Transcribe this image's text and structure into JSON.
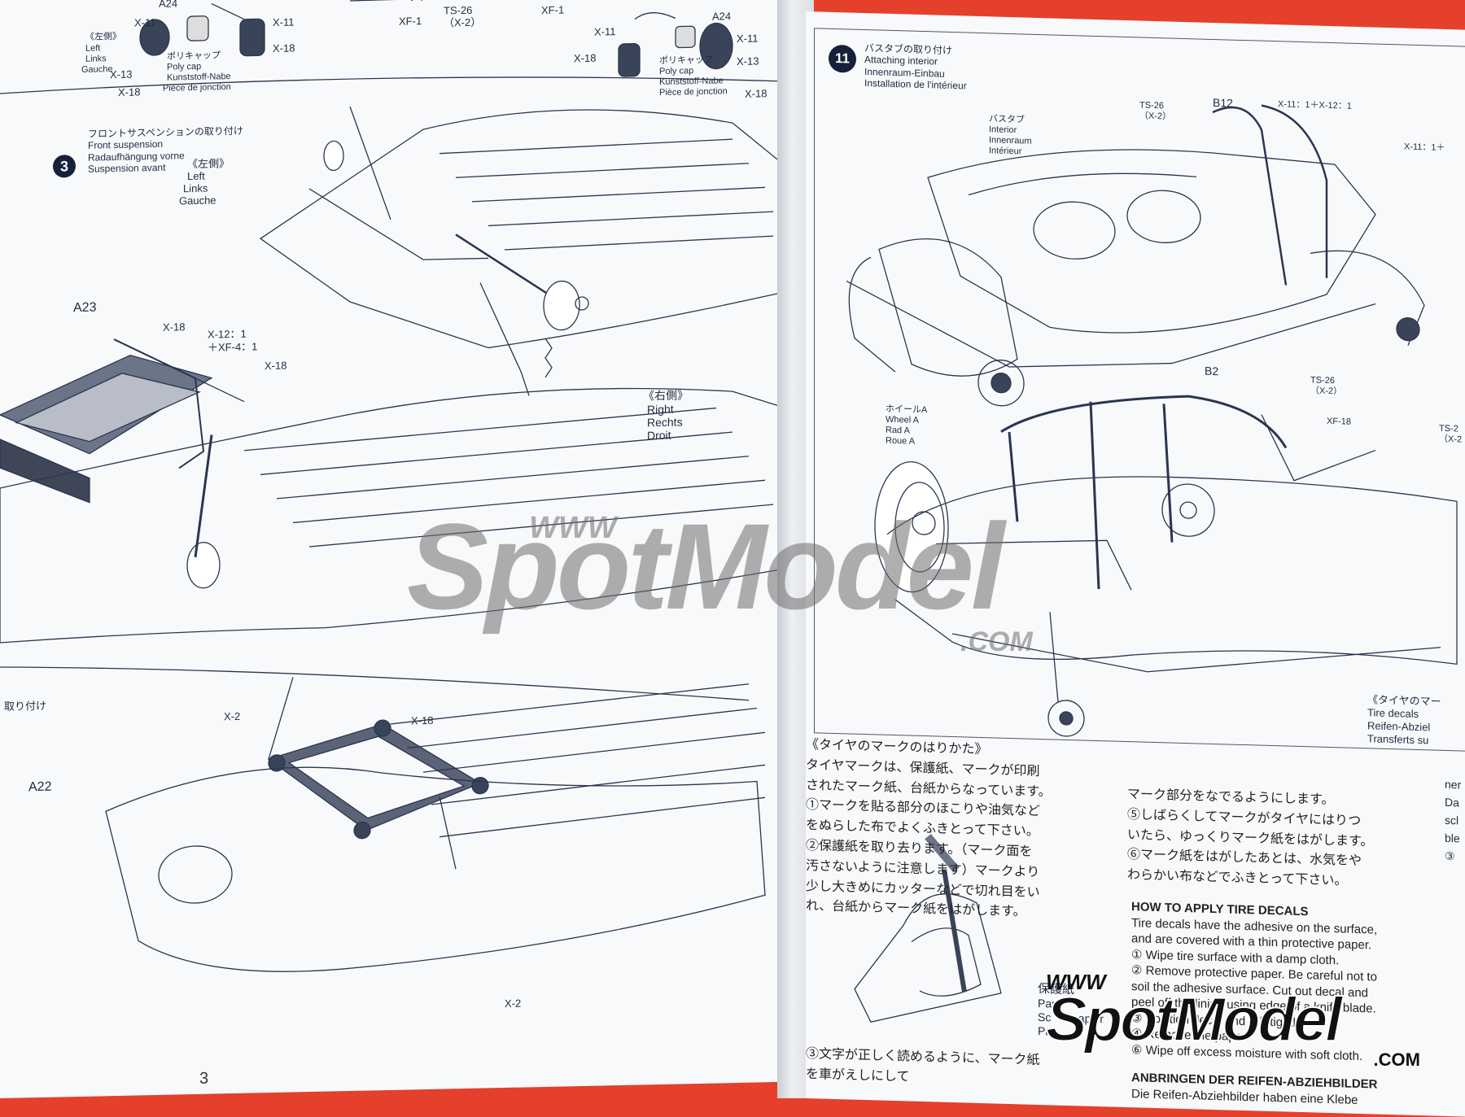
{
  "left_page": {
    "top_parts": {
      "a24_left": "A24",
      "x11_a": "X-11",
      "x11_b": "X-11",
      "x18_a": "X-18",
      "x18_b": "X-18",
      "x13": "X-13",
      "left_jp": "《左側》",
      "left_en": "Left",
      "left_de": "Links",
      "left_fr": "Gauche",
      "polycap_jp": "ポリキャップ",
      "polycap_en": "Poly cap",
      "polycap_de": "Kunststoff-Nabe",
      "polycap_fr": "Pièce de jonction",
      "xf1_a": "XF-1",
      "ts26": "TS-26",
      "ts26_mix": "（X-2）",
      "xf1_b": "XF-1",
      "a24_right": "A24",
      "x11_c": "X-11",
      "x11_d": "X-11",
      "x13_b": "X-13",
      "x18_c": "X-18",
      "x18_d": "X-18",
      "polycap2_jp": "ポリキャップ",
      "polycap2_en": "Poly cap",
      "polycap2_de": "Kunststoff-Nabe",
      "polycap2_fr": "Pièce de jonction"
    },
    "step3": {
      "number": "3",
      "title_jp": "フロントサスペンションの取り付け",
      "title_en": "Front suspension",
      "title_de": "Radaufhängung vorne",
      "title_fr": "Suspension avant",
      "left_jp": "《左側》",
      "left_en": "Left",
      "left_de": "Links",
      "left_fr": "Gauche",
      "a23": "A23",
      "x18_a": "X-18",
      "x12": "X-12：1",
      "xf4": "＋XF-4：1",
      "x18_b": "X-18",
      "right_jp": "《右側》",
      "right_en": "Right",
      "right_de": "Rechts",
      "right_fr": "Droit"
    },
    "step4": {
      "title_jp": "取り付け",
      "x2_a": "X-2",
      "x18": "X-18",
      "a22": "A22",
      "x2_b": "X-2"
    },
    "page_number": "3"
  },
  "right_page": {
    "step11": {
      "number": "11",
      "title_jp": "バスタブの取り付け",
      "title_en": "Attaching interior",
      "title_de": "Innenraum-Einbau",
      "title_fr": "Installation de l'intérieur",
      "b12": "B12",
      "x11_mix": "X-11：1＋X-12：1",
      "x11_mix_b": "X-11：1＋",
      "ts26": "TS-26",
      "ts26_mix": "（X-2）",
      "interior_jp": "バスタブ",
      "interior_en": "Interior",
      "interior_de": "Innenraum",
      "interior_fr": "Intérieur",
      "b2": "B2",
      "ts26_b": "TS-26",
      "ts26_b_mix": "（X-2）",
      "xf18": "XF-18",
      "ts2": "TS-2",
      "ts2_mix": "（X-2",
      "wheel_jp": "ホイールA",
      "wheel_en": "Wheel A",
      "wheel_de": "Rad A",
      "wheel_fr": "Roue A",
      "tire_jp": "《タイヤのマー",
      "tire_en": "Tire decals",
      "tire_de": "Reifen-Abziel",
      "tire_fr": "Transferts su"
    },
    "decal_instructions": {
      "col1_heading": "《タイヤのマークのはりかた》",
      "col1_lines": [
        "タイヤマークは、保護紙、マークが印刷",
        "されたマーク紙、台紙からなっています。",
        "①マークを貼る部分のほこりや油気など",
        "をぬらした布でよくふきとって下さい。",
        "②保護紙を取り去ります。（マーク面を",
        "汚さないように注意します）マークより",
        "少し大きめにカッターなどで切れ目をい",
        "れ、台紙からマーク紙をはがします。"
      ],
      "col2_lines": [
        "マーク部分をなでるようにします。",
        "⑤しばらくしてマークがタイヤにはりつ",
        "いたら、ゆっくりマーク紙をはがします。",
        "⑥マーク紙をはがしたあとは、水気をや",
        "わらかい布などでふきとって下さい。"
      ],
      "en_heading": "HOW TO APPLY TIRE DECALS",
      "en_lines": [
        "Tire decals have the adhesive on the surface,",
        "and are covered with a thin protective paper.",
        "① Wipe tire surface with a damp cloth.",
        "② Remove protective paper. Be careful not to",
        "soil the adhesive surface. Cut out decal and",
        "peel off the lining using edge of a knife blade.",
        "③ Position decal and rub tightly",
        "④ Remove the paper",
        "⑥ Wipe off excess moisture with soft cloth."
      ],
      "de_heading": "ANBRINGEN DER REIFEN-ABZIEHBILDER",
      "de_line": "Die Reifen-Abziehbilder haben eine Klebe",
      "jp_bottom": "③文字が正しく読めるように、マーク紙",
      "jp_bottom2": "を車がえしにして",
      "paper_jp": "保護紙",
      "paper_en": "Par",
      "paper_de": "Sc",
      "paper_fr": "Pa",
      "paper_de2": "zpapier",
      "edge_a": "ner",
      "edge_b": "Da",
      "edge_c": "scl",
      "edge_d": "ble",
      "edge_e": "③"
    }
  },
  "watermark": {
    "www": "WWW",
    "main": "SpotModel",
    "com": ".COM"
  },
  "logo": {
    "www": "WWW",
    "main": "SpotModel",
    "com": ".COM"
  }
}
